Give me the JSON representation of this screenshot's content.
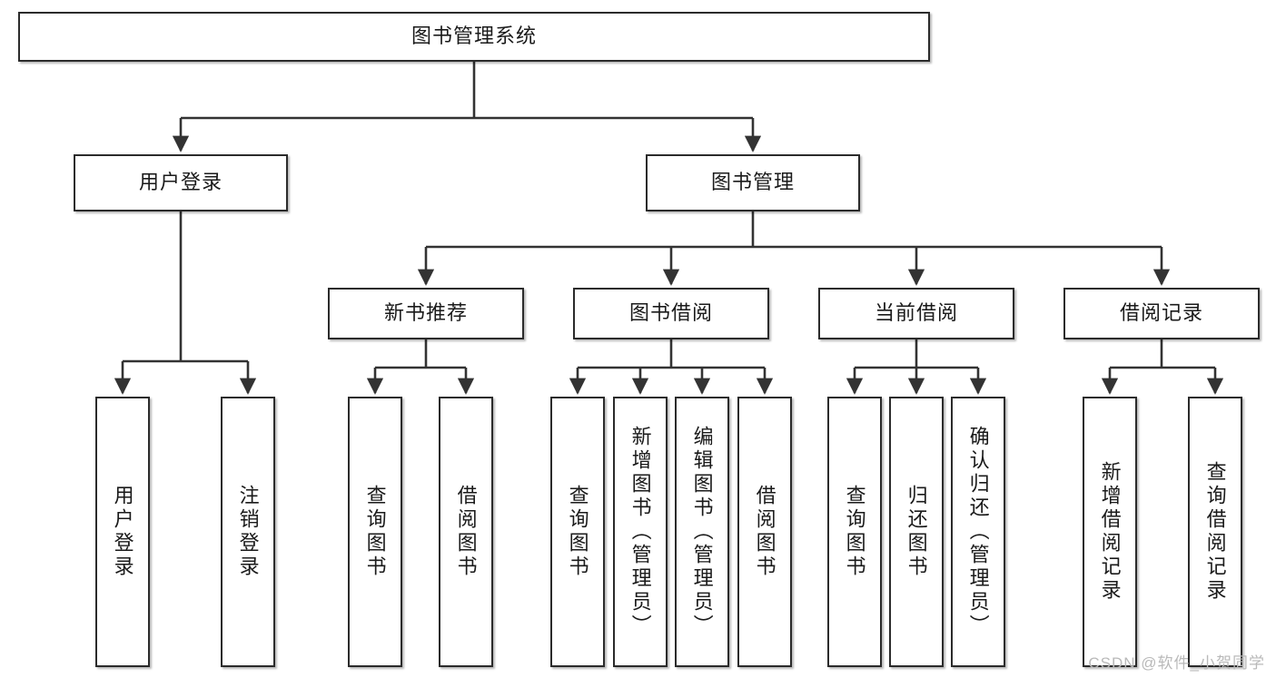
{
  "diagram": {
    "title": "图书管理系统",
    "type": "tree",
    "watermark": "CSDN @软件_小贺同学",
    "colors": {
      "box_border": "#2b2b2b",
      "box_fill": "#ffffff",
      "edge": "#333333",
      "text": "#1a1a1a",
      "watermark": "#b9b9b9"
    },
    "levels": {
      "root": {
        "label": "图书管理系统"
      },
      "level2": [
        {
          "id": "user-login",
          "label": "用户登录"
        },
        {
          "id": "book-manage",
          "label": "图书管理"
        }
      ],
      "level3": [
        {
          "id": "new-book-recommend",
          "label": "新书推荐",
          "parent": "book-manage"
        },
        {
          "id": "book-borrow",
          "label": "图书借阅",
          "parent": "book-manage"
        },
        {
          "id": "current-borrow",
          "label": "当前借阅",
          "parent": "book-manage"
        },
        {
          "id": "borrow-record",
          "label": "借阅记录",
          "parent": "book-manage"
        }
      ],
      "leaves": [
        {
          "id": "leaf-user-login",
          "label": "用户登录",
          "parent": "user-login"
        },
        {
          "id": "leaf-logout",
          "label": "注销登录",
          "parent": "user-login"
        },
        {
          "id": "leaf-query-book-1",
          "label": "查询图书",
          "parent": "new-book-recommend"
        },
        {
          "id": "leaf-borrow-book-1",
          "label": "借阅图书",
          "parent": "new-book-recommend"
        },
        {
          "id": "leaf-query-book-2",
          "label": "查询图书",
          "parent": "book-borrow"
        },
        {
          "id": "leaf-add-book",
          "label": "新增图书（管理员）",
          "parent": "book-borrow"
        },
        {
          "id": "leaf-edit-book",
          "label": "编辑图书（管理员）",
          "parent": "book-borrow"
        },
        {
          "id": "leaf-borrow-book-2",
          "label": "借阅图书",
          "parent": "book-borrow"
        },
        {
          "id": "leaf-query-book-3",
          "label": "查询图书",
          "parent": "current-borrow"
        },
        {
          "id": "leaf-return-book",
          "label": "归还图书",
          "parent": "current-borrow"
        },
        {
          "id": "leaf-confirm-return",
          "label": "确认归还（管理员）",
          "parent": "current-borrow"
        },
        {
          "id": "leaf-add-record",
          "label": "新增借阅记录",
          "parent": "borrow-record"
        },
        {
          "id": "leaf-query-record",
          "label": "查询借阅记录",
          "parent": "borrow-record"
        }
      ]
    }
  }
}
